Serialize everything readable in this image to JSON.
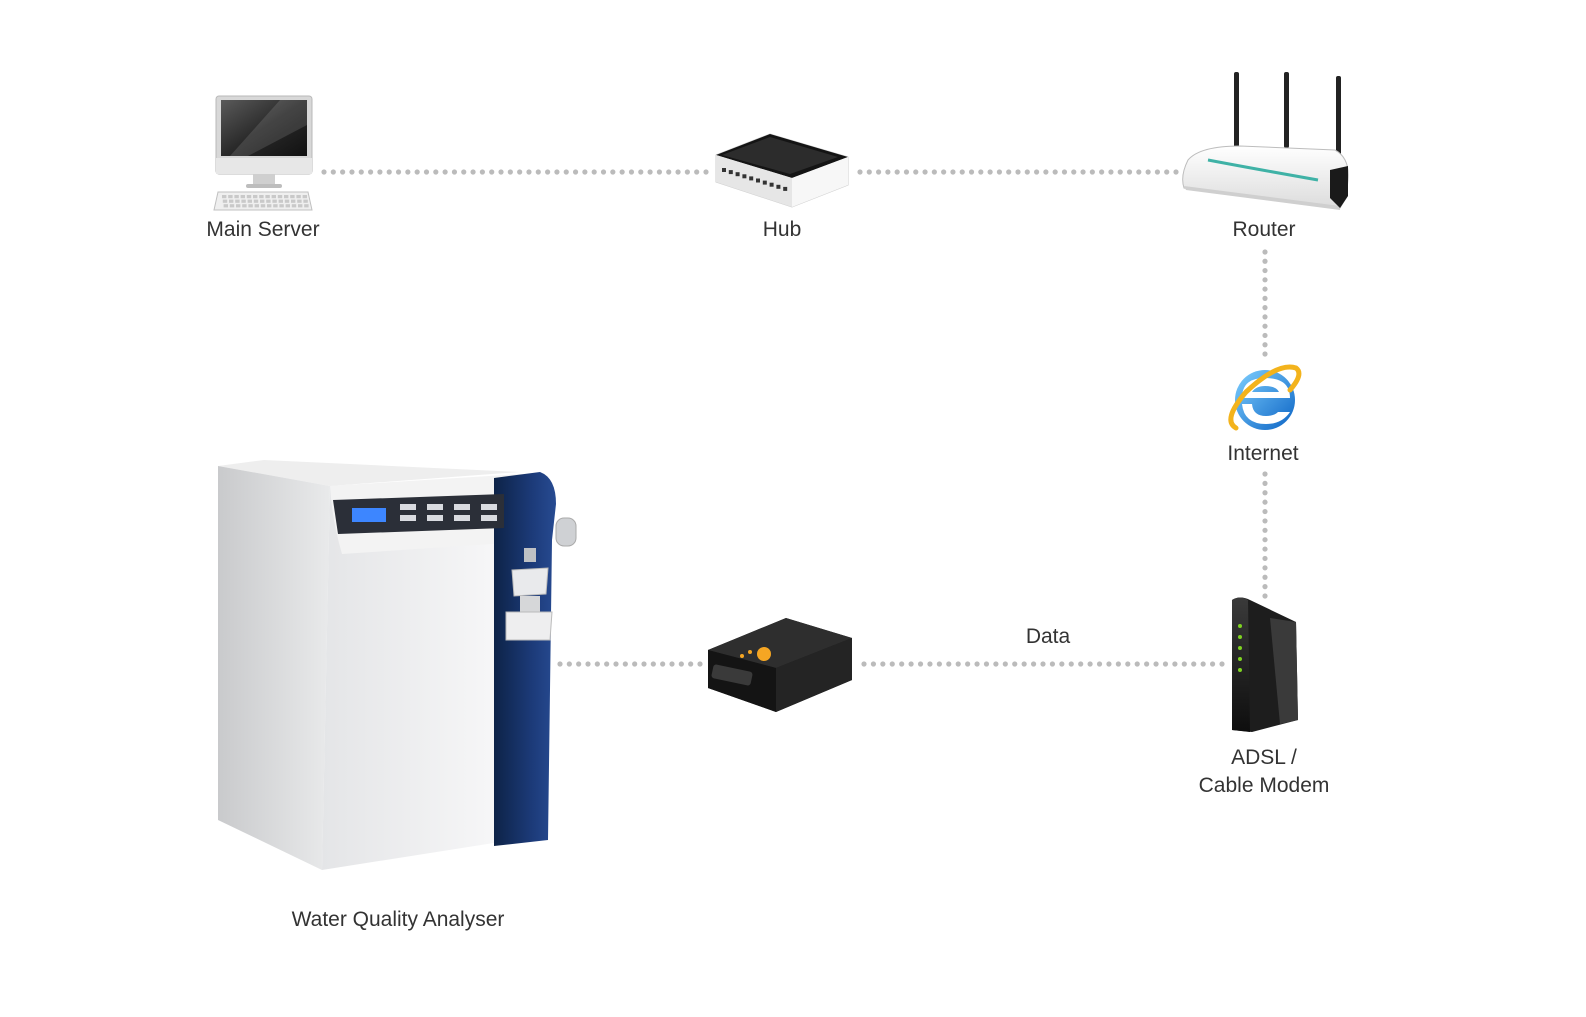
{
  "nodes": {
    "main_server": {
      "label": "Main Server",
      "icon": "desktop-computer-icon"
    },
    "hub": {
      "label": "Hub",
      "icon": "network-hub-icon"
    },
    "router": {
      "label": "Router",
      "icon": "wireless-router-icon"
    },
    "internet": {
      "label": "Internet",
      "icon": "internet-explorer-icon"
    },
    "modem": {
      "label_line1": "ADSL /",
      "label_line2": "Cable Modem",
      "icon": "cable-modem-icon"
    },
    "gateway": {
      "icon": "serial-device-server-icon"
    },
    "analyser": {
      "label": "Water Quality Analyser",
      "icon": "water-quality-analyser-icon"
    }
  },
  "connections": {
    "gateway_to_modem": {
      "label": "Data"
    }
  },
  "colors": {
    "dots": "#bbbbbb",
    "text": "#333333",
    "analyser_accent": "#1c3a78",
    "router_stripe": "#3fb2a6",
    "modem_led": "#7ed321",
    "gateway_led": "#f5a623"
  }
}
